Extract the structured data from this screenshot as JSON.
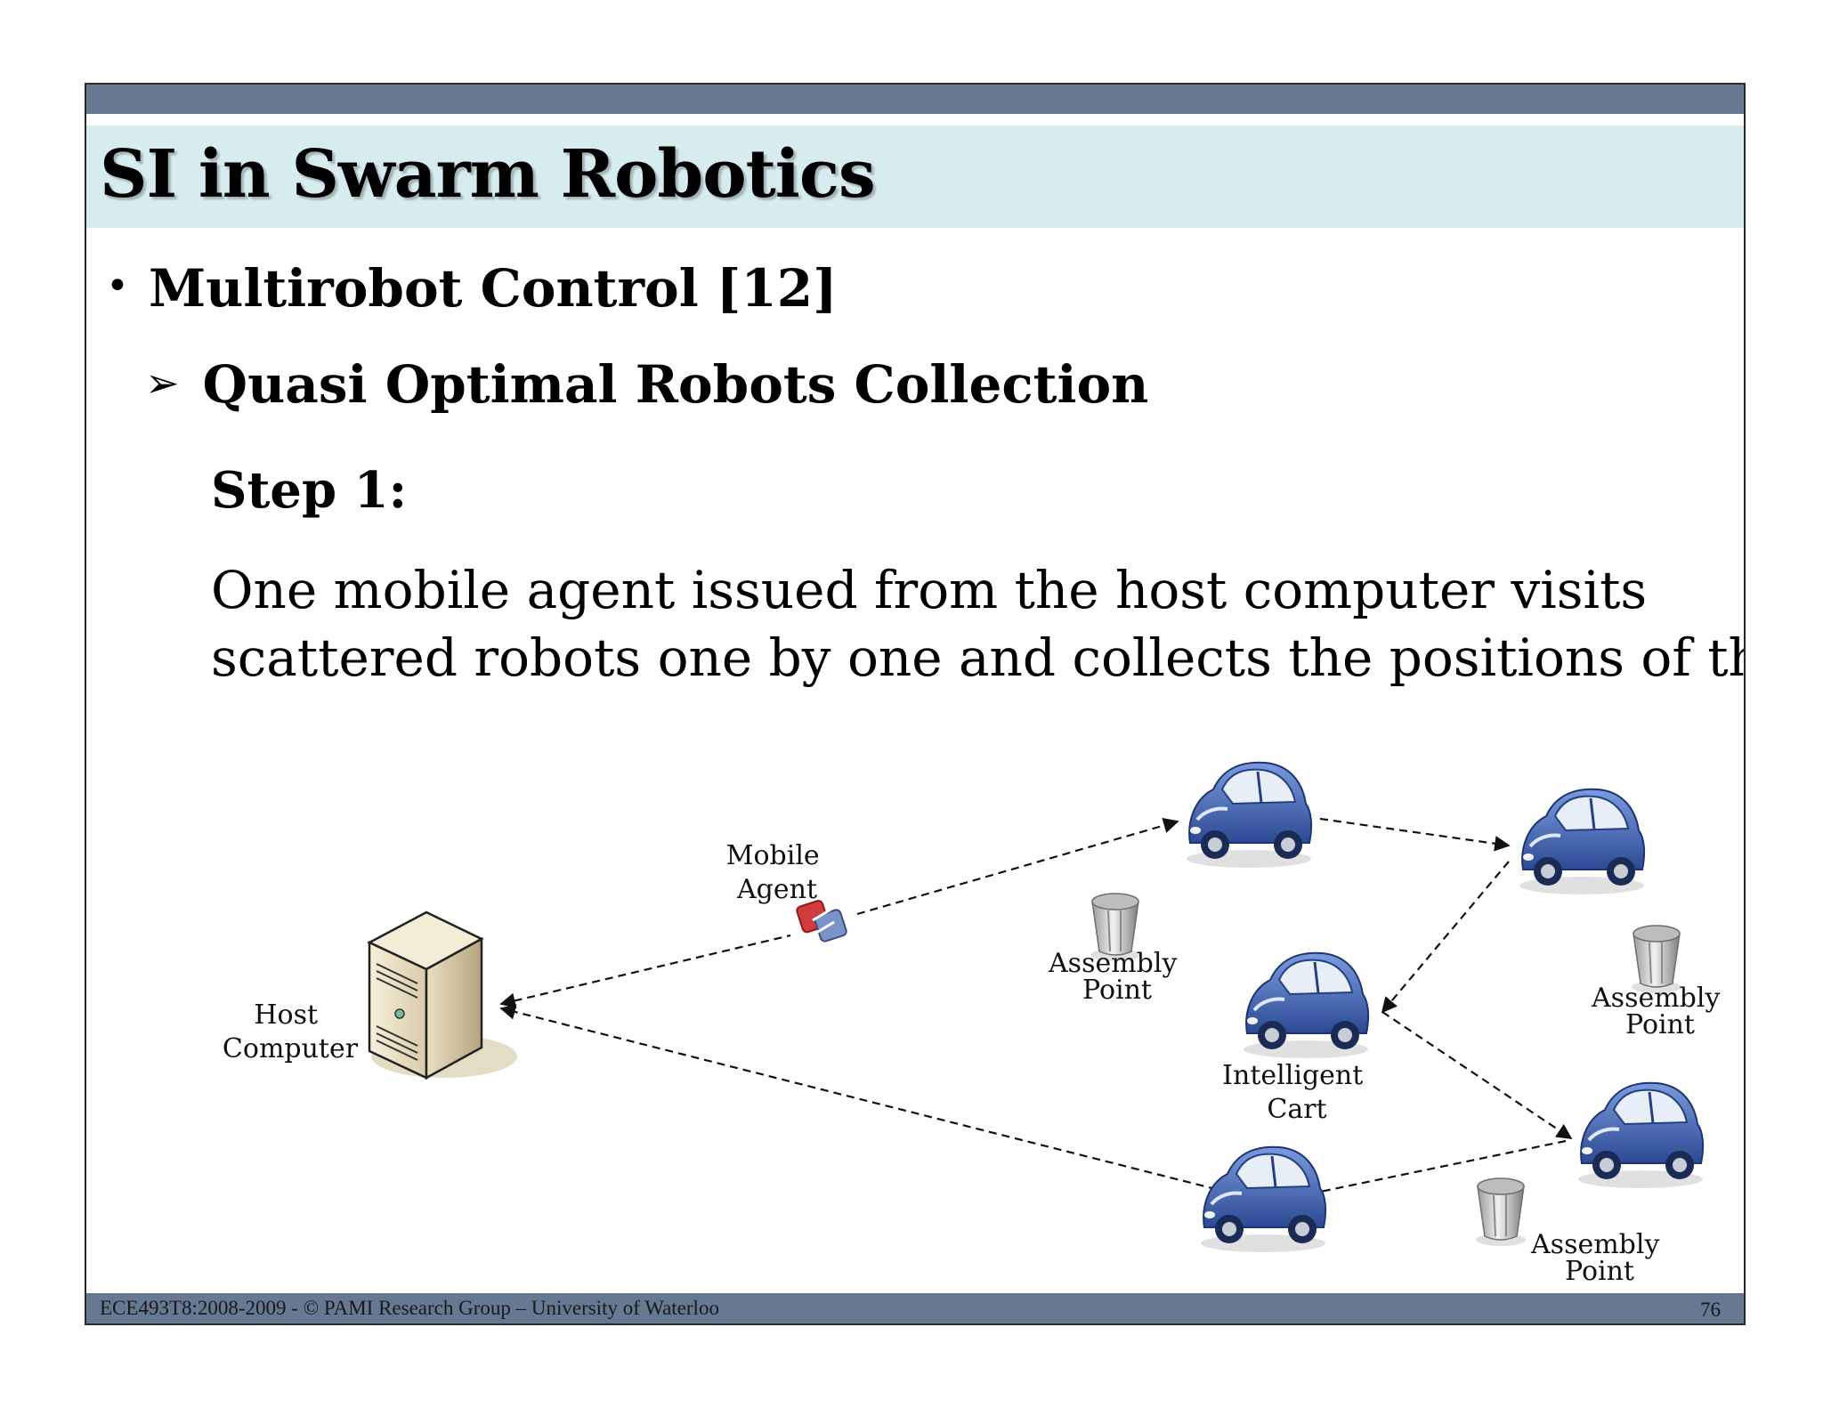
{
  "slide": {
    "title": "SI in Swarm Robotics",
    "bullet": "Multirobot Control [12]",
    "sub_bullet": "Quasi Optimal Robots Collection",
    "step_title": "Step 1:",
    "body_lines": [
      "One mobile agent issued from the host computer visits",
      "scattered robots one by one and collects the positions of them."
    ]
  },
  "diagram": {
    "host_label": [
      "Host",
      "Computer"
    ],
    "agent_label": [
      "Mobile",
      "Agent"
    ],
    "cart_label": [
      "Intelligent",
      "Cart"
    ],
    "assembly_label": [
      "Assembly",
      "Point"
    ]
  },
  "footer": {
    "left": "ECE493T8:2008-2009 -  ©   PAMI Research Group – University of Waterloo",
    "page": "76"
  },
  "colors": {
    "header_bar": "#667892",
    "title_band": "#d7ecef",
    "cart_body": "#3f5fa8"
  },
  "icons": [
    "server-icon",
    "mobile-agent-icon",
    "cart-icon",
    "assembly-point-icon"
  ]
}
